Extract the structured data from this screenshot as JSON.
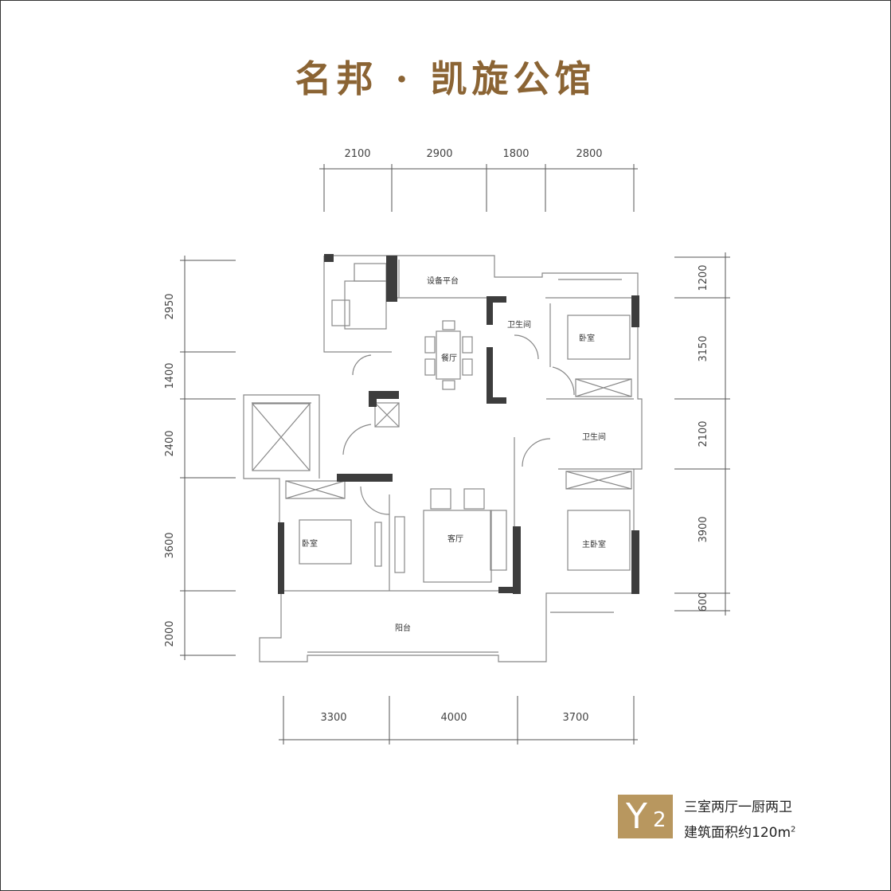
{
  "title": "名邦 · 凯旋公馆",
  "dimensions": {
    "top": [
      "2100",
      "2900",
      "1800",
      "2800"
    ],
    "bottom": [
      "3300",
      "4000",
      "3700"
    ],
    "left": [
      "2950",
      "1400",
      "2400",
      "3600",
      "2000"
    ],
    "right": [
      "1200",
      "3150",
      "2100",
      "3900",
      "600"
    ]
  },
  "rooms": {
    "equipment_platform": "设备平台",
    "bathroom_1": "卫生间",
    "bedroom_1": "卧室",
    "dining": "餐厅",
    "bathroom_2": "卫生间",
    "living": "客厅",
    "bedroom_2": "卧室",
    "master_bedroom": "主卧室",
    "balcony": "阳台"
  },
  "badge": {
    "letter": "Y",
    "number": "2",
    "layout": "三室两厅一厨两卫",
    "area_prefix": "建筑面积约120m",
    "area_sup": "2"
  },
  "colors": {
    "title": "#8b6434",
    "badge": "#b8975f",
    "wall": "#3d3d3d"
  }
}
